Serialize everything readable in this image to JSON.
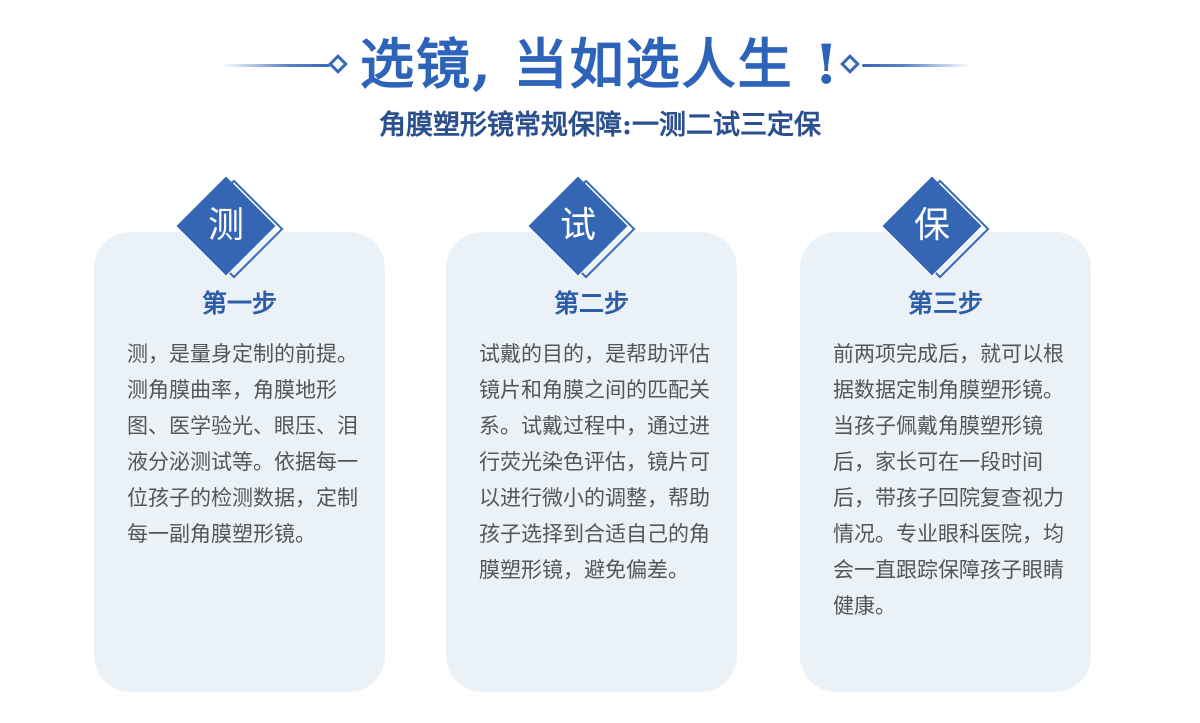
{
  "header": {
    "title": "选镜, 当如选人生 !",
    "subtitle": "角膜塑形镜常规保障:一测二试三定保"
  },
  "steps": [
    {
      "badge_char": "测",
      "title": "第一步",
      "text": "测，是量身定制的前提。测角膜曲率，角膜地形图、医学验光、眼压、泪液分泌测试等。依据每一位孩子的检测数据，定制每一副角膜塑形镜。"
    },
    {
      "badge_char": "试",
      "title": "第二步",
      "text": "试戴的目的，是帮助评估镜片和角膜之间的匹配关系。试戴过程中，通过进行荧光染色评估，镜片可以进行微小的调整，帮助孩子选择到合适自己的角膜塑形镜，避免偏差。"
    },
    {
      "badge_char": "保",
      "title": "第三步",
      "text": "前两项完成后，就可以根据数据定制角膜塑形镜。当孩子佩戴角膜塑形镜后，家长可在一段时间后，带孩子回院复查视力情况。专业眼科医院，均会一直跟踪保障孩子眼睛健康。"
    }
  ],
  "colors": {
    "accent": "#2d63b8",
    "badge": "#3566b4",
    "card_bg": "#eaf2f7",
    "body_text": "#555555"
  }
}
